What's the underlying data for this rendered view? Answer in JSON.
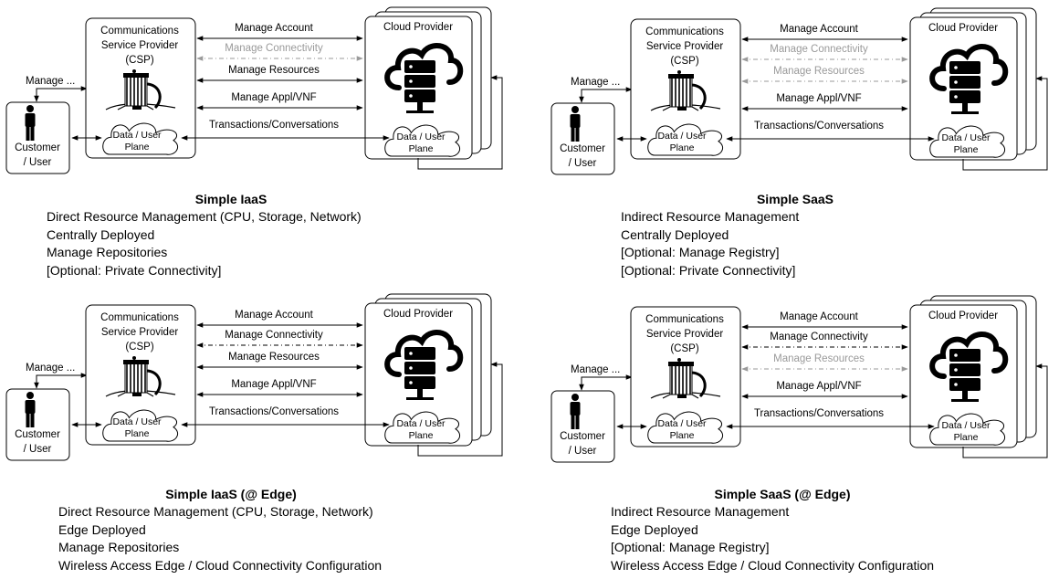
{
  "labels": {
    "csp_line1": "Communications",
    "csp_line2": "Service Provider",
    "csp_line3": "(CSP)",
    "cloud_provider": "Cloud Provider",
    "plane_line1": "Data / User",
    "plane_line2": "Plane",
    "customer_line1": "Customer",
    "customer_line2": "/ User",
    "manage_short": "Manage ...",
    "manage_account": "Manage Account",
    "manage_connectivity": "Manage Connectivity",
    "manage_resources": "Manage Resources",
    "manage_appl": "Manage Appl/VNF",
    "transactions": "Transactions/Conversations"
  },
  "colors": {
    "active_arrow": "#000000",
    "inactive_arrow": "#9a9a9a"
  },
  "panels": [
    {
      "title": "Simple IaaS",
      "lines": [
        "Direct Resource Management (CPU, Storage, Network)",
        "Centrally Deployed",
        "Manage Repositories",
        "[Optional: Private Connectivity]"
      ],
      "connectivity_state": "inactive",
      "resources_state": "active"
    },
    {
      "title": "Simple SaaS",
      "lines": [
        "Indirect Resource Management",
        "Centrally Deployed",
        "[Optional: Manage Registry]",
        "[Optional: Private Connectivity]"
      ],
      "connectivity_state": "inactive",
      "resources_state": "inactive"
    },
    {
      "title": "Simple IaaS (@ Edge)",
      "lines": [
        "Direct Resource Management (CPU, Storage, Network)",
        "Edge Deployed",
        "Manage Repositories",
        "Wireless Access Edge / Cloud Connectivity Configuration"
      ],
      "connectivity_state": "active",
      "resources_state": "active"
    },
    {
      "title": "Simple SaaS (@ Edge)",
      "lines": [
        "Indirect Resource Management",
        "Edge Deployed",
        "[Optional: Manage Registry]",
        "Wireless Access Edge / Cloud Connectivity Configuration"
      ],
      "connectivity_state": "active",
      "resources_state": "inactive"
    }
  ]
}
